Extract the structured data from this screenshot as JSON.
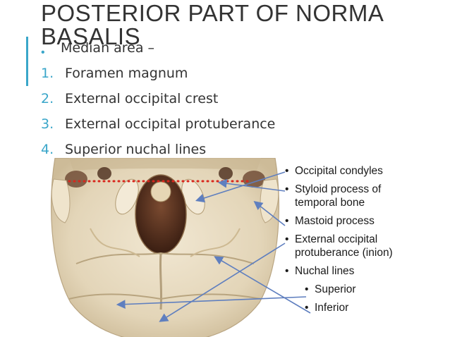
{
  "slide": {
    "title_line1": "POSTERIOR PART OF NORMA",
    "title_line2": "BASALIS",
    "bullet": "•",
    "median_label": "Median area –",
    "list": [
      {
        "num": "1.",
        "text": "Foramen magnum"
      },
      {
        "num": "2.",
        "text": "External occipital crest"
      },
      {
        "num": "3.",
        "text": "External occipital protuberance"
      },
      {
        "num": "4.",
        "text": "Superior nuchal lines"
      }
    ]
  },
  "figure": {
    "labels": {
      "occipital_condyles": "Occipital condyles",
      "styloid_line1": "Styloid process of",
      "styloid_line2": "temporal bone",
      "mastoid": "Mastoid process",
      "eop_line1": "External occipital",
      "eop_line2": "protuberance (inion)",
      "nuchal": "Nuchal lines",
      "superior": "Superior",
      "inferior": "Inferior"
    }
  },
  "colors": {
    "accent": "#3aa6c9",
    "arrow": "#5f7fbf",
    "dotted_line": "#d9261c",
    "bone": "#e8dcc4"
  }
}
